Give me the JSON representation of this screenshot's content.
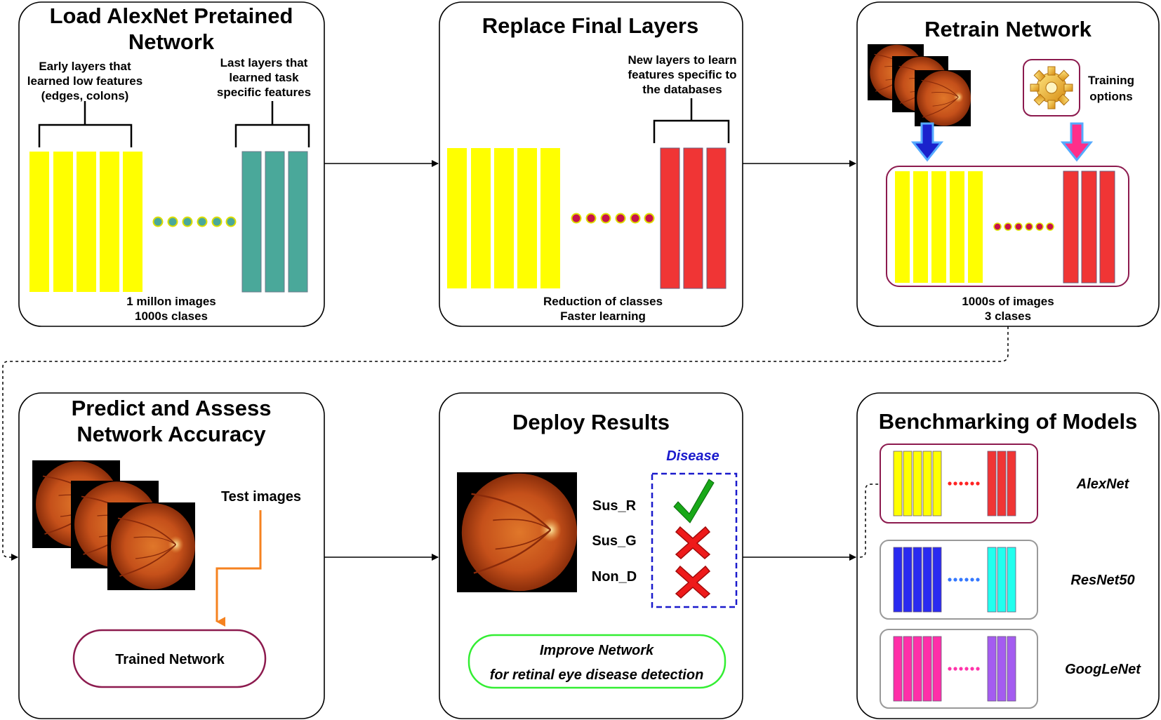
{
  "panels": {
    "load": {
      "title_line1": "Load AlexNet Pretained",
      "title_line2": "Network",
      "early_line1": "Early layers that",
      "early_line2": "learned low features",
      "early_line3": "(edges, colons)",
      "last_line1": "Last layers that",
      "last_line2": "learned task",
      "last_line3": "specific features",
      "footer_line1": "1 millon images",
      "footer_line2": "1000s clases"
    },
    "replace": {
      "title": "Replace Final Layers",
      "new_line1": "New layers to learn",
      "new_line2": "features specific to",
      "new_line3": "the databases",
      "footer_line1": "Reduction of classes",
      "footer_line2": "Faster learning"
    },
    "retrain": {
      "title": "Retrain Network",
      "training_line1": "Training",
      "training_line2": "options",
      "footer_line1": "1000s of images",
      "footer_line2": "3 clases"
    },
    "predict": {
      "title_line1": "Predict and Assess",
      "title_line2": "Network Accuracy",
      "test_images": "Test images",
      "trained_network": "Trained Network"
    },
    "deploy": {
      "title": "Deploy Results",
      "disease": "Disease",
      "rows": [
        {
          "label": "Sus_R",
          "mark": "check"
        },
        {
          "label": "Sus_G",
          "mark": "cross"
        },
        {
          "label": "Non_D",
          "mark": "cross"
        }
      ],
      "improve_line1": "Improve Network",
      "improve_line2": "for retinal eye disease detection"
    },
    "benchmark": {
      "title": "Benchmarking of Models",
      "models": [
        {
          "name": "AlexNet",
          "early": "#ffff00",
          "late": "#f03535",
          "dots": "#ff2222"
        },
        {
          "name": "ResNet50",
          "early": "#2a2af0",
          "late": "#22ffee",
          "dots": "#3377ff"
        },
        {
          "name": "GoogLeNet",
          "early": "#ff2fa8",
          "late": "#a45cf0",
          "dots": "#ff33aa"
        }
      ]
    }
  },
  "colors": {
    "early": "#ffff00",
    "pretrained_late": "#4aa89a",
    "new_late": "#f03535",
    "frame": "#8c1a4e",
    "orange": "#f5821f",
    "green": "#33ee33",
    "check": "#18a818",
    "cross": "#ee1a1a",
    "blue_arrow": "#1a22cc",
    "pink_arrow": "#ff2e8a"
  },
  "icons": {
    "gear": "gear-icon",
    "retina": "retina-image"
  }
}
